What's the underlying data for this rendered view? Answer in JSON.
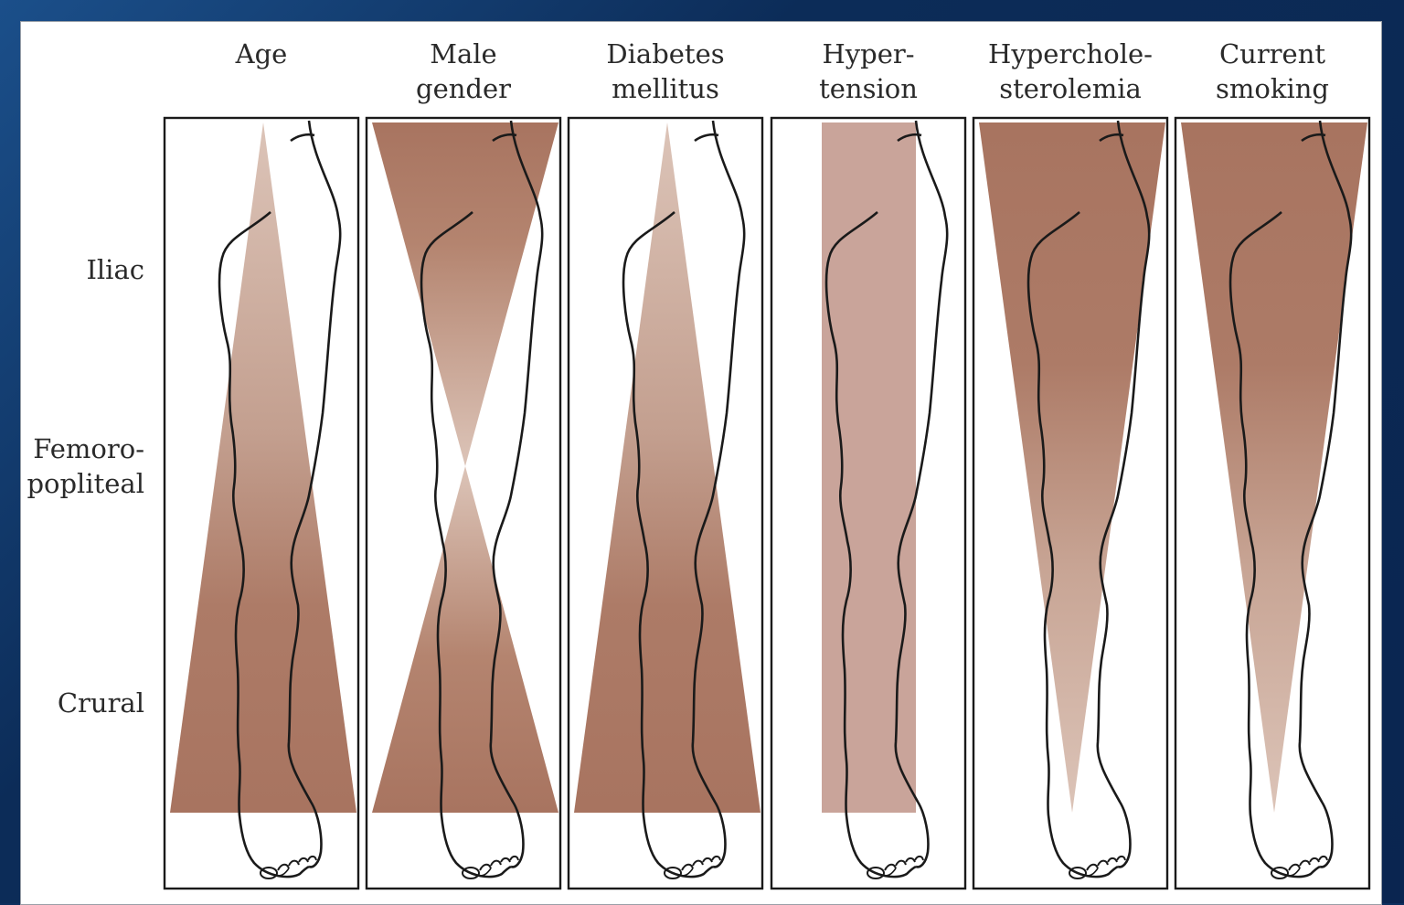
{
  "figure": {
    "columns": [
      {
        "id": "age",
        "label": "Age",
        "pattern": "widening",
        "intensity": "strong"
      },
      {
        "id": "male-gender",
        "label": "Male\ngender",
        "pattern": "hourglass",
        "intensity": "strong"
      },
      {
        "id": "diabetes",
        "label": "Diabetes\nmellitus",
        "pattern": "widening",
        "intensity": "strong"
      },
      {
        "id": "hypertension",
        "label": "Hyper-\ntension",
        "pattern": "uniform",
        "intensity": "moderate"
      },
      {
        "id": "hypercholesterolemia",
        "label": "Hypercholesterolemia",
        "display_label": "Hyperchole-\nsterolemia",
        "pattern": "narrowing",
        "intensity": "strong"
      },
      {
        "id": "smoking",
        "label": "Current\nsmoking",
        "pattern": "narrowing",
        "intensity": "strong"
      }
    ],
    "rows": [
      {
        "id": "iliac",
        "label": "Iliac"
      },
      {
        "id": "femoropopliteal",
        "label": "Femoro-\npopliteal"
      },
      {
        "id": "crural",
        "label": "Crural"
      }
    ],
    "colors": {
      "dark": "#a87460",
      "light": "#dcc4b8",
      "uniform": "#c9a49a",
      "outline": "#1a1a1a",
      "slide_bg": "#0d2f5e"
    }
  }
}
